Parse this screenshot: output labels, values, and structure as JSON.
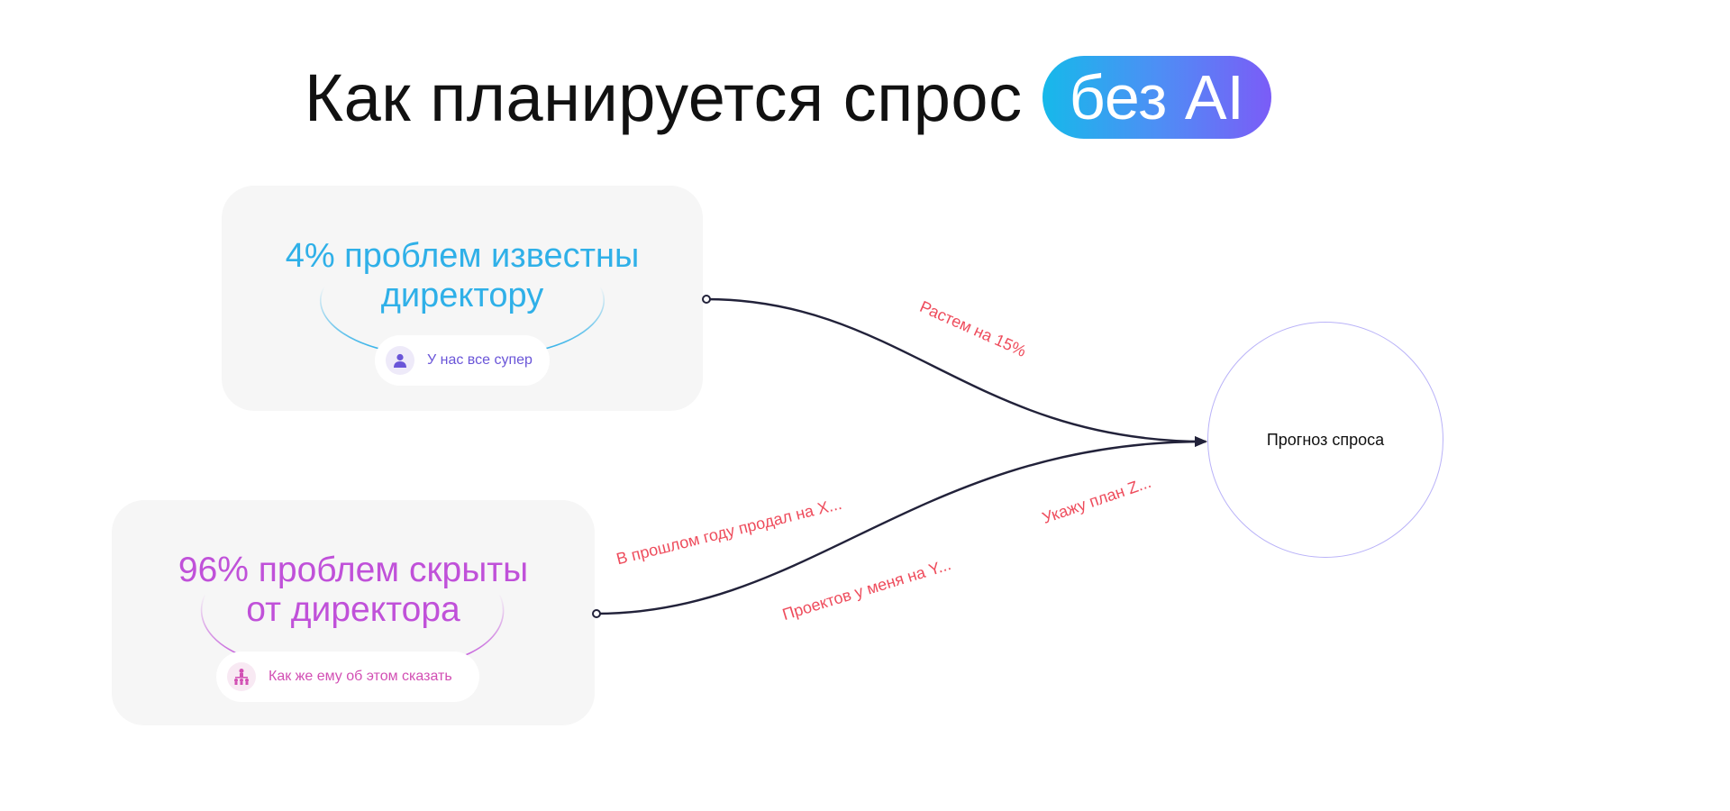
{
  "title": {
    "text": "Как планируется спрос",
    "highlight": "без AI"
  },
  "cards": [
    {
      "heading_line1": "4% проблем известны",
      "heading_line2": "директору",
      "chip_text": "У нас все супер",
      "chip_icon": "person-icon",
      "color": "#2fb0e8",
      "chip_color": "#6a55d8"
    },
    {
      "heading_line1": "96% проблем скрыты",
      "heading_line2": "от директора",
      "chip_text": "Как же ему об этом сказать",
      "chip_icon": "org-chart-icon",
      "color": "#c051d9",
      "chip_color": "#d24fb4"
    }
  ],
  "edge_labels": [
    "Растем на 15%",
    "В прошлом году продал на X...",
    "Проектов у меня на Y...",
    "Укажу план Z..."
  ],
  "target": {
    "label": "Прогноз спроса"
  },
  "colors": {
    "edge_label": "#ee4c5c",
    "arrow": "#22223a",
    "target_border": "#b9b2f8"
  }
}
